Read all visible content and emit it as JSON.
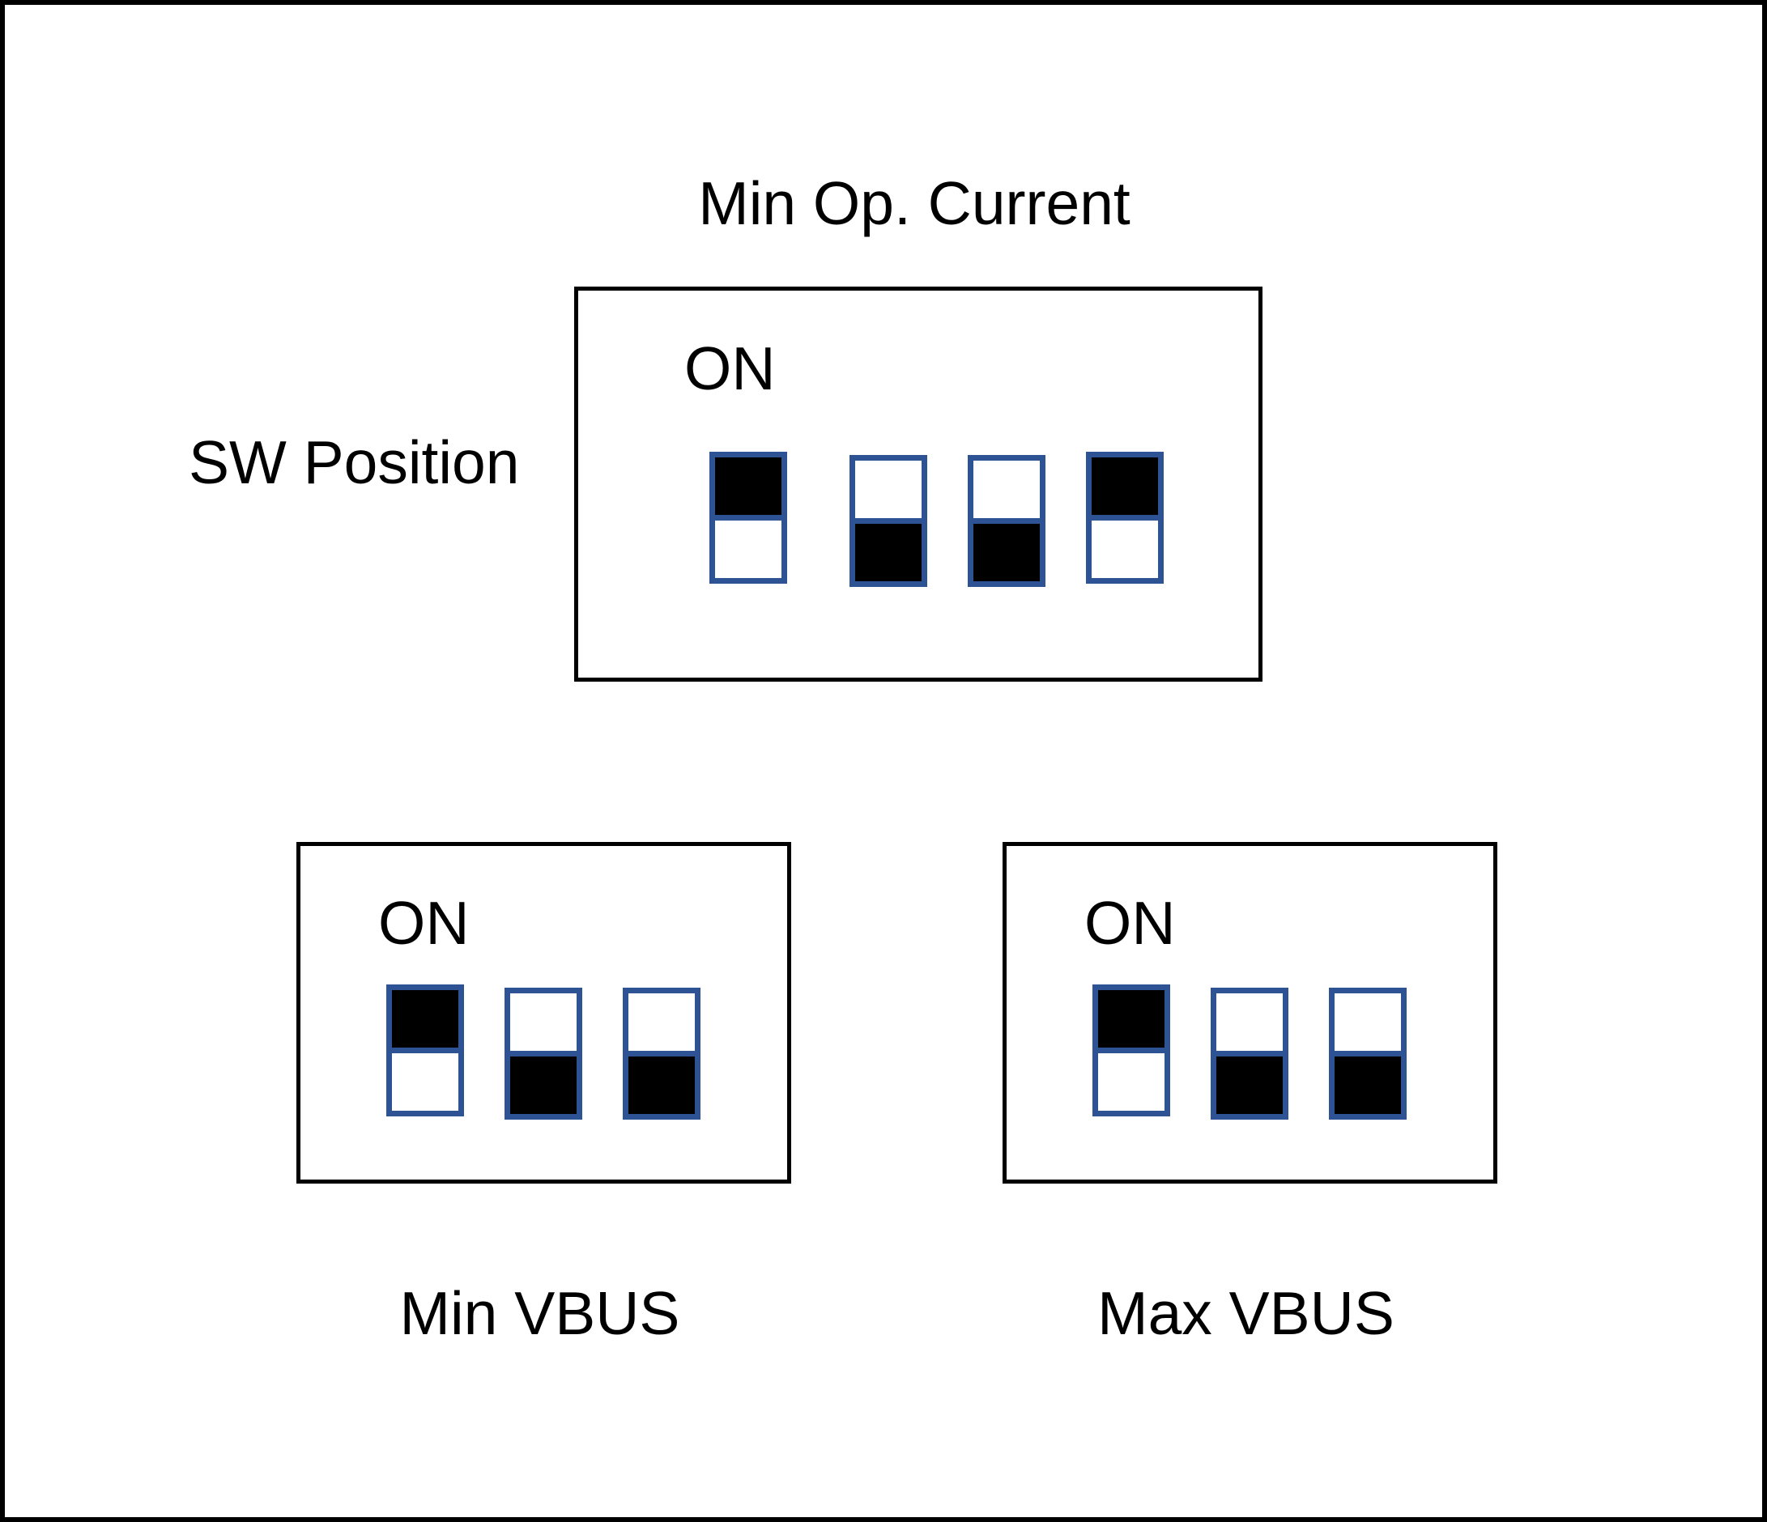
{
  "on_label": "ON",
  "left_label": "SW Position",
  "colors": {
    "background": "#ffffff",
    "frame_border": "#000000",
    "panel_border": "#000000",
    "switch_outline": "#2e5394",
    "switch_fill": "#000000"
  },
  "panels": [
    {
      "id": "min-op-current",
      "caption": "Min Op. Current",
      "caption_position": "top",
      "switch_count": 4,
      "switches": [
        "on",
        "off",
        "off",
        "on"
      ]
    },
    {
      "id": "min-vbus",
      "caption": "Min VBUS",
      "caption_position": "bottom",
      "switch_count": 3,
      "switches": [
        "on",
        "off",
        "off"
      ]
    },
    {
      "id": "max-vbus",
      "caption": "Max VBUS",
      "caption_position": "bottom",
      "switch_count": 3,
      "switches": [
        "on",
        "off",
        "off"
      ]
    }
  ]
}
